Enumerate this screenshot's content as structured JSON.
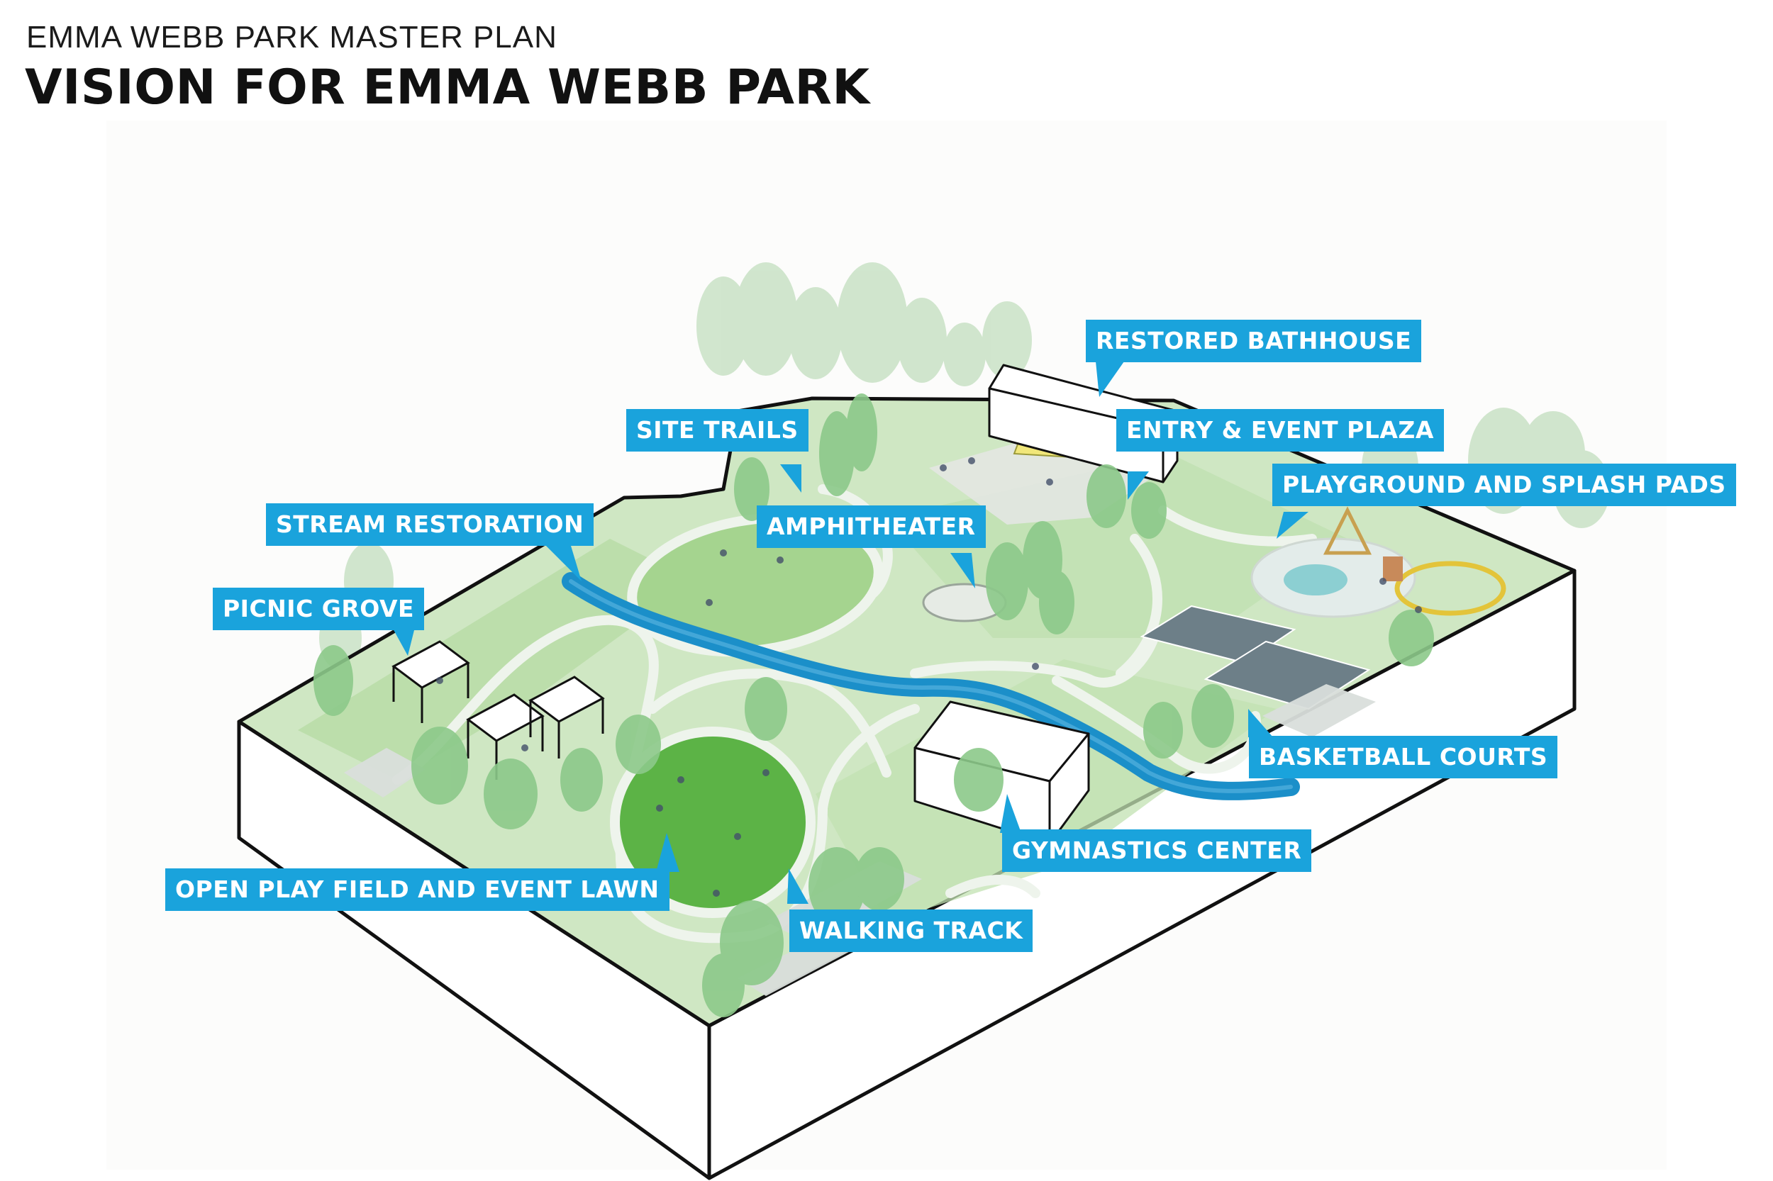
{
  "header": {
    "subtitle": "EMMA WEBB PARK MASTER PLAN",
    "title": "VISION FOR EMMA WEBB PARK"
  },
  "labels": {
    "restored_bathhouse": "RESTORED BATHHOUSE",
    "site_trails": "SITE TRAILS",
    "entry_event_plaza": "ENTRY & EVENT PLAZA",
    "playground_splash": "PLAYGROUND AND SPLASH PADS",
    "stream_restoration": "STREAM RESTORATION",
    "amphitheater": "AMPHITHEATER",
    "picnic_grove": "PICNIC GROVE",
    "basketball_courts": "BASKETBALL COURTS",
    "gymnastics_center": "GYMNASTICS CENTER",
    "open_play_field": "OPEN PLAY FIELD AND EVENT LAWN",
    "walking_track": "WALKING TRACK"
  },
  "colors": {
    "callout": "#1aa3dc",
    "lawn": "#c9e4bd",
    "lawn_dark": "#9fd08b",
    "field": "#5cb346",
    "stream": "#1b8fc9",
    "tree": "#8cc98a",
    "tree_back": "#b7dcb3",
    "path": "#eef4ec",
    "court": "#6d7f88",
    "plaza": "#f1e77a"
  }
}
